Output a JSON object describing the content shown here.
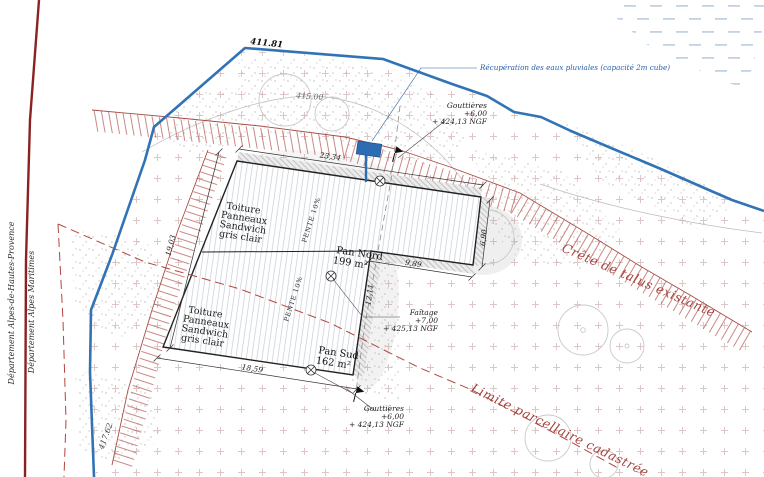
{
  "elevations": {
    "boundary_point_top": "411.81",
    "contour_line": "415.00",
    "boundary_point_bottom": "417.62"
  },
  "departments": {
    "left": "Département Alpes-de-Hautes-Provence",
    "right": "Département Alpes Maritimes"
  },
  "notes": {
    "rainwater": "Récupération des eaux pluviales (capacité 2m cube)",
    "gutters_top": {
      "name": "Gouttières",
      "level": "+6,00",
      "ngf": "+ 424,13 NGF"
    },
    "gutters_bottom": {
      "name": "Gouttières",
      "level": "+6,00",
      "ngf": "+ 424,13 NGF"
    },
    "ridge": {
      "name": "Faîtage",
      "level": "+7,00",
      "ngf": "+ 425,13 NGF"
    }
  },
  "roof": {
    "material_block_1": {
      "l1": "Toiture",
      "l2": "Panneaux",
      "l3": "Sandwich",
      "l4": "gris clair"
    },
    "material_block_2": {
      "l1": "Toiture",
      "l2": "Panneaux",
      "l3": "Sandwich",
      "l4": "gris clair"
    },
    "pan_nord": {
      "name": "Pan Nord",
      "area": "199 m²"
    },
    "pan_sud": {
      "name": "Pan Sud",
      "area": "162 m²"
    },
    "slope_north": "PENTE 10%",
    "slope_south": "PENTE 10%"
  },
  "boundaries": {
    "talus": "Crête de talus existante",
    "parcel": "Limite parcellaire cadastrée"
  },
  "dimensions": {
    "top": "23,34",
    "left": "19,03",
    "bottom": "18,59",
    "arm_bottom": "9,89",
    "arm_right": "6,90",
    "east_edge": "12,11"
  },
  "colors": {
    "boundary_blue": "#3173b5",
    "department_red": "#8b2121",
    "annotation_red": "#a3423c",
    "tank_blue": "#2b6cb3"
  }
}
